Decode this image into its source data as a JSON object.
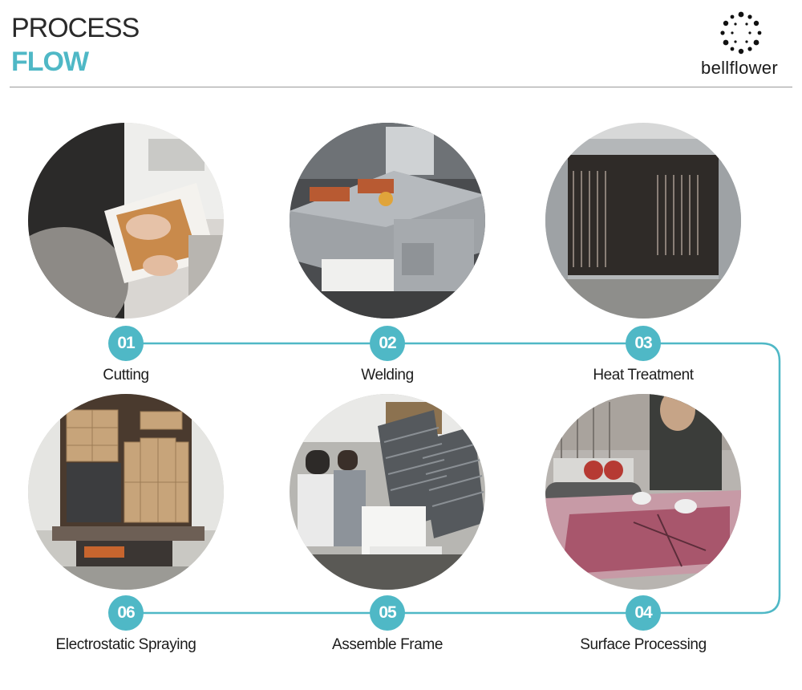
{
  "header": {
    "title_line1": "PROCESS",
    "title_line2": "FLOW",
    "title_accent_color": "#4fb8c6"
  },
  "logo": {
    "text": "bellflower",
    "icon": "bellflower-dots-logo-icon"
  },
  "flow": {
    "line_color": "#4fb8c6",
    "steps": [
      {
        "number": "01",
        "label": "Cutting",
        "image": "worker-cutting-template-photo"
      },
      {
        "number": "02",
        "label": "Welding",
        "image": "welding-machine-photo"
      },
      {
        "number": "03",
        "label": "Heat Treatment",
        "image": "heat-treatment-oven-photo"
      },
      {
        "number": "04",
        "label": "Surface Processing",
        "image": "surface-processing-photo"
      },
      {
        "number": "05",
        "label": "Assemble Frame",
        "image": "assemble-frame-photo"
      },
      {
        "number": "06",
        "label": "Electrostatic Spraying",
        "image": "loaded-truck-photo"
      }
    ]
  }
}
